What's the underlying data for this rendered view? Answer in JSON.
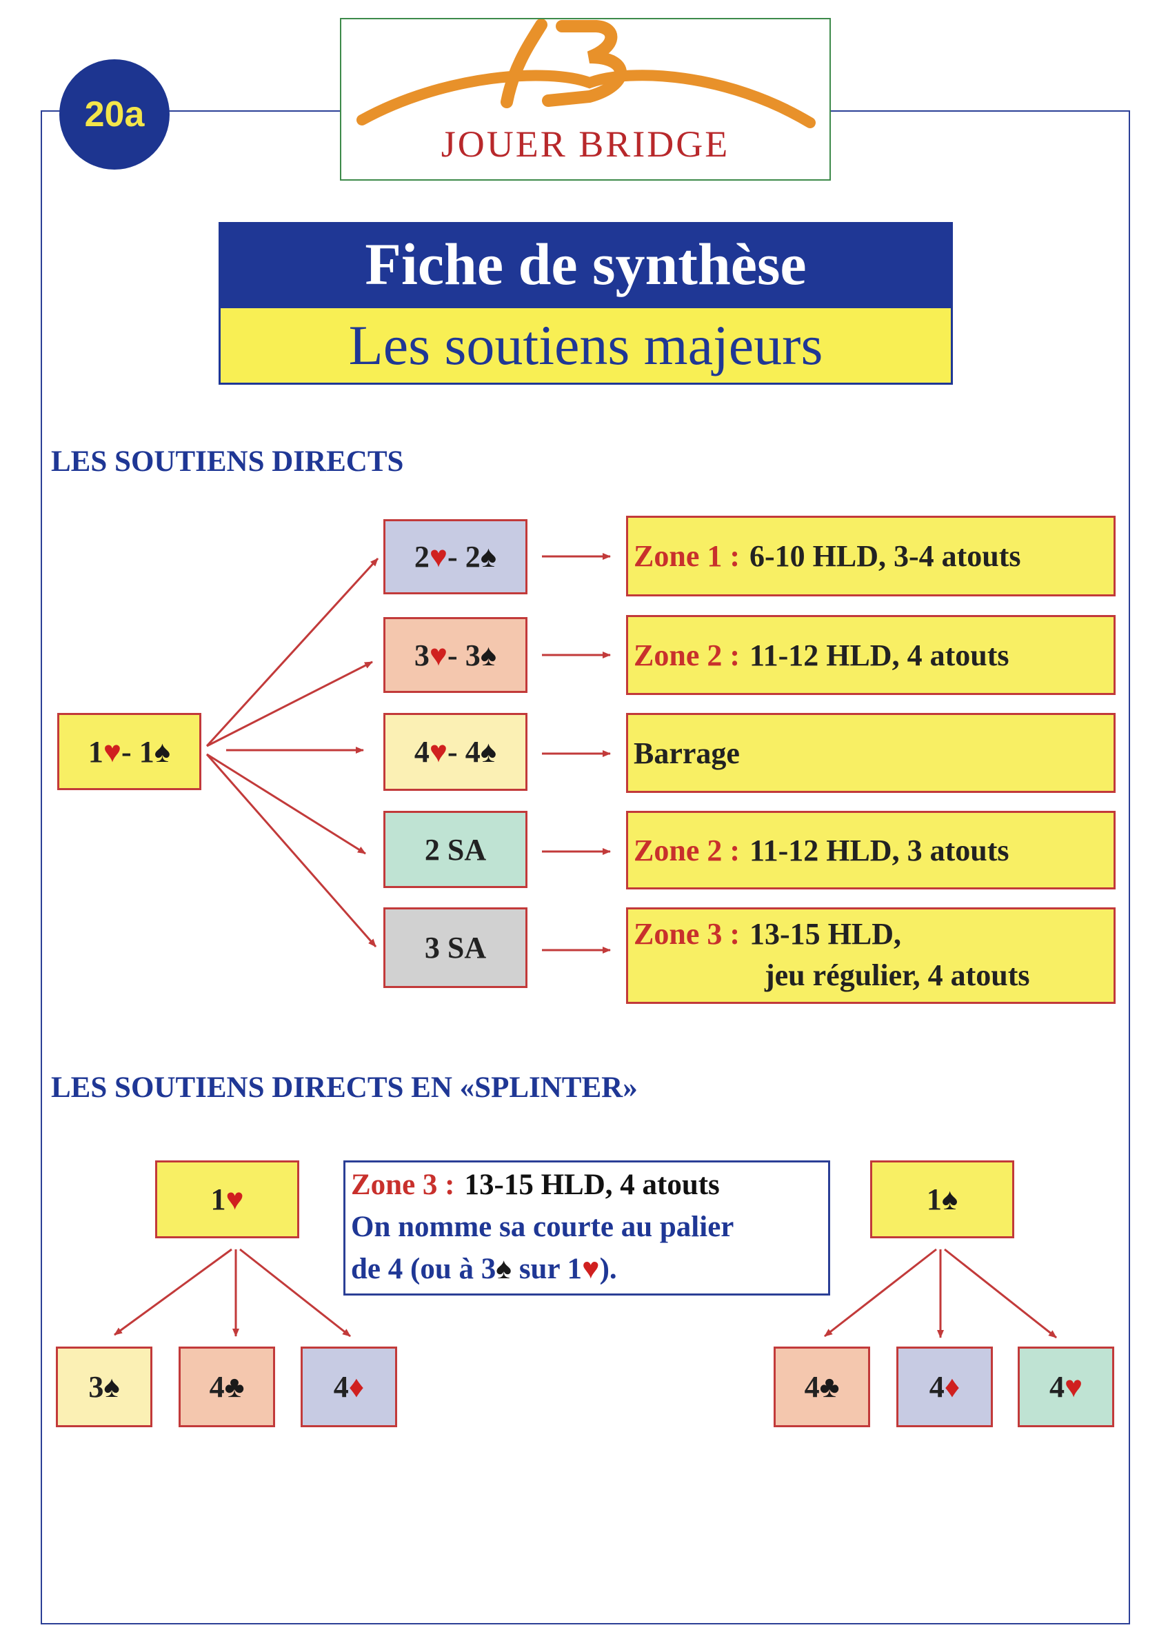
{
  "header": {
    "badge": "20a",
    "logo_text": "Jouer Bridge",
    "logo_text_display": "JOUER BRIDGE"
  },
  "title": {
    "line1": "Fiche de synthèse",
    "line2": "Les soutiens majeurs"
  },
  "section1": {
    "heading": "LES SOUTIENS DIRECTS",
    "opening": {
      "a": "1",
      "b": " - 1"
    },
    "bids": [
      {
        "a": "2",
        "b": " - 2"
      },
      {
        "a": "3",
        "b": " - 3"
      },
      {
        "a": "4",
        "b": " - 4"
      },
      {
        "text": "2 SA"
      },
      {
        "text": "3 SA"
      }
    ],
    "zones": [
      {
        "label": "Zone 1 :",
        "text": "6-10 HLD, 3-4 atouts"
      },
      {
        "label": "Zone 2 :",
        "text": "11-12 HLD, 4 atouts"
      },
      {
        "text": "Barrage"
      },
      {
        "label": "Zone 2 :",
        "text": "11-12 HLD, 3 atouts"
      },
      {
        "label": "Zone 3 :",
        "text": "13-15 HLD,",
        "line2": "jeu régulier, 4 atouts"
      }
    ]
  },
  "section2": {
    "heading": "LES SOUTIENS DIRECTS EN «SPLINTER»",
    "left": {
      "opening": "1",
      "children": [
        "3",
        "4 ",
        "4 "
      ]
    },
    "right": {
      "opening": "1",
      "children": [
        "4 ",
        "4 ",
        "4"
      ]
    },
    "info": {
      "label": "Zone 3 :",
      "line1": "13-15 HLD, 4 atouts",
      "line2": "On nomme sa courte au palier",
      "line3a": "de 4 (ou à 3",
      "line3b": " sur 1",
      "line3c": ")."
    }
  },
  "suits": {
    "heart": "♥",
    "spade": "♠",
    "club": "♣",
    "diamond": "♦"
  },
  "colors": {
    "blue": "#1f3795",
    "yellow": "#f8ef54",
    "red": "#c8302c"
  }
}
